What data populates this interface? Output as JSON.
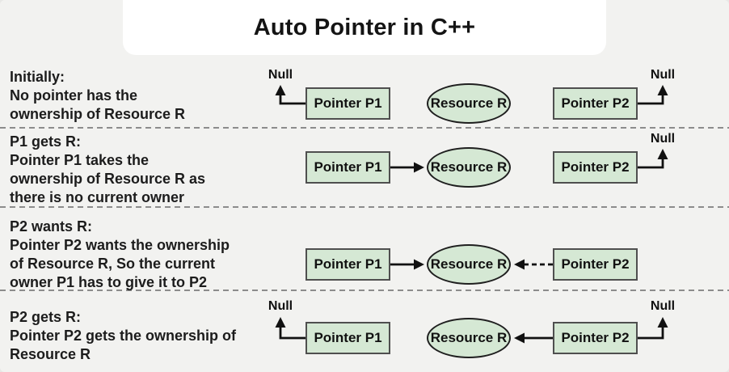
{
  "title": "Auto Pointer in C++",
  "colors": {
    "background": "#f2f2f0",
    "panel": "#ffffff",
    "node_fill": "#d5e8d4",
    "rect_border": "#4f4f4f",
    "oval_border": "#1f1f1f",
    "text": "#1c1c1c",
    "arrow": "#111111",
    "separator": "#8c8c8c"
  },
  "labels": {
    "pointer_p1": "Pointer P1",
    "pointer_p2": "Pointer P2",
    "resource": "Resource R",
    "null_ref": "Null"
  },
  "rows": [
    {
      "caption": "Initially:\nNo pointer has the\nownership of Resource R"
    },
    {
      "caption": "P1 gets R:\nPointer P1 takes the\nownership of Resource R as\nthere is no current owner"
    },
    {
      "caption": "P2 wants R:\nPointer P2 wants the ownership\nof Resource R, So the current\nowner P1 has to give it to P2"
    },
    {
      "caption": "P2 gets R:\nPointer P2 gets the ownership of\nResource R"
    }
  ]
}
